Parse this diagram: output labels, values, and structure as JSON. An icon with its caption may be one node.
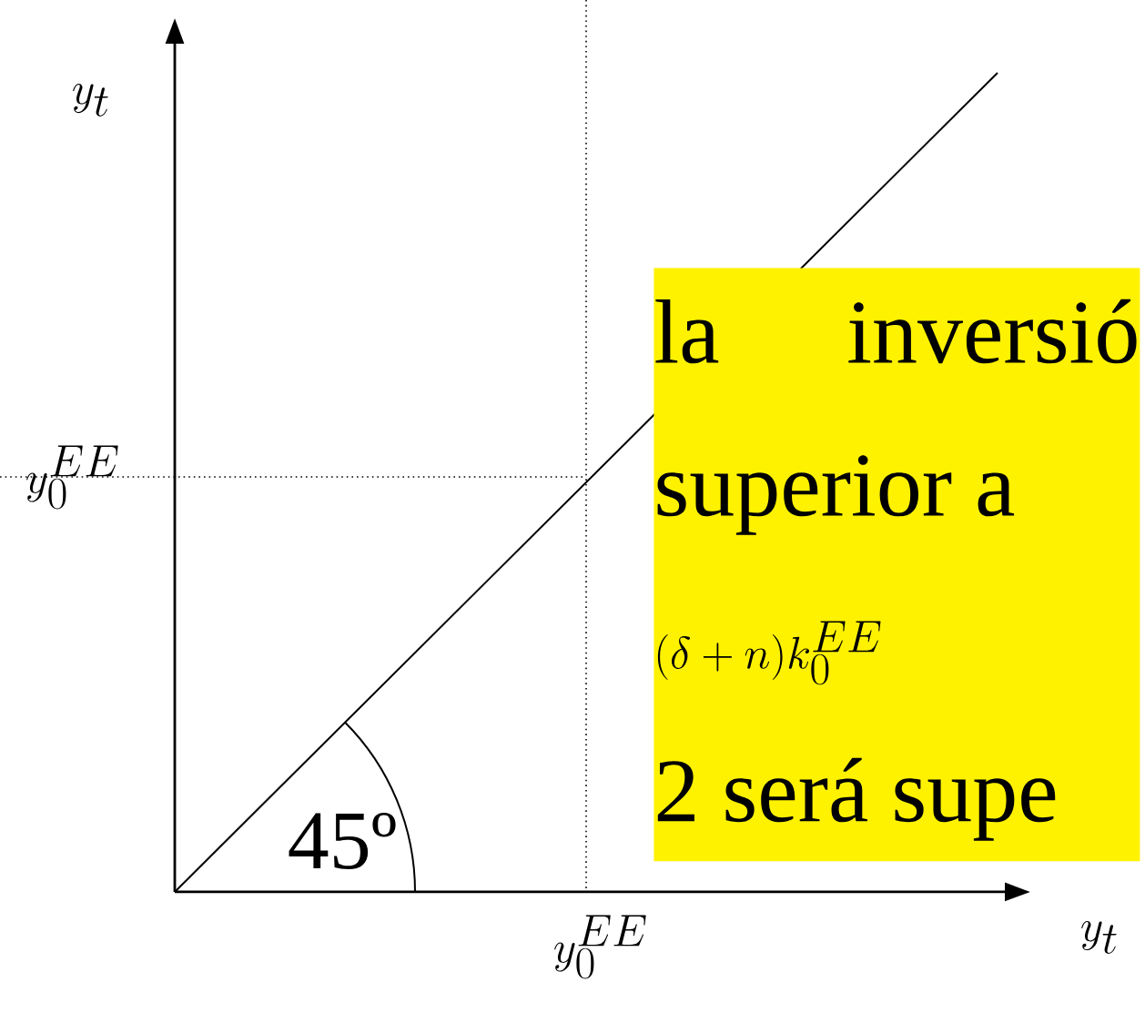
{
  "diagram": {
    "nodes": [
      {
        "text": [
          "la inversió superior a",
          "(\\delta+n)k_0^{EE}",
          "2 será supe"
        ]
      }
    ],
    "labels": [
      "y_t",
      "y_0^{EE}",
      "45º",
      "y_0^{EE}",
      "y_t"
    ]
  }
}
